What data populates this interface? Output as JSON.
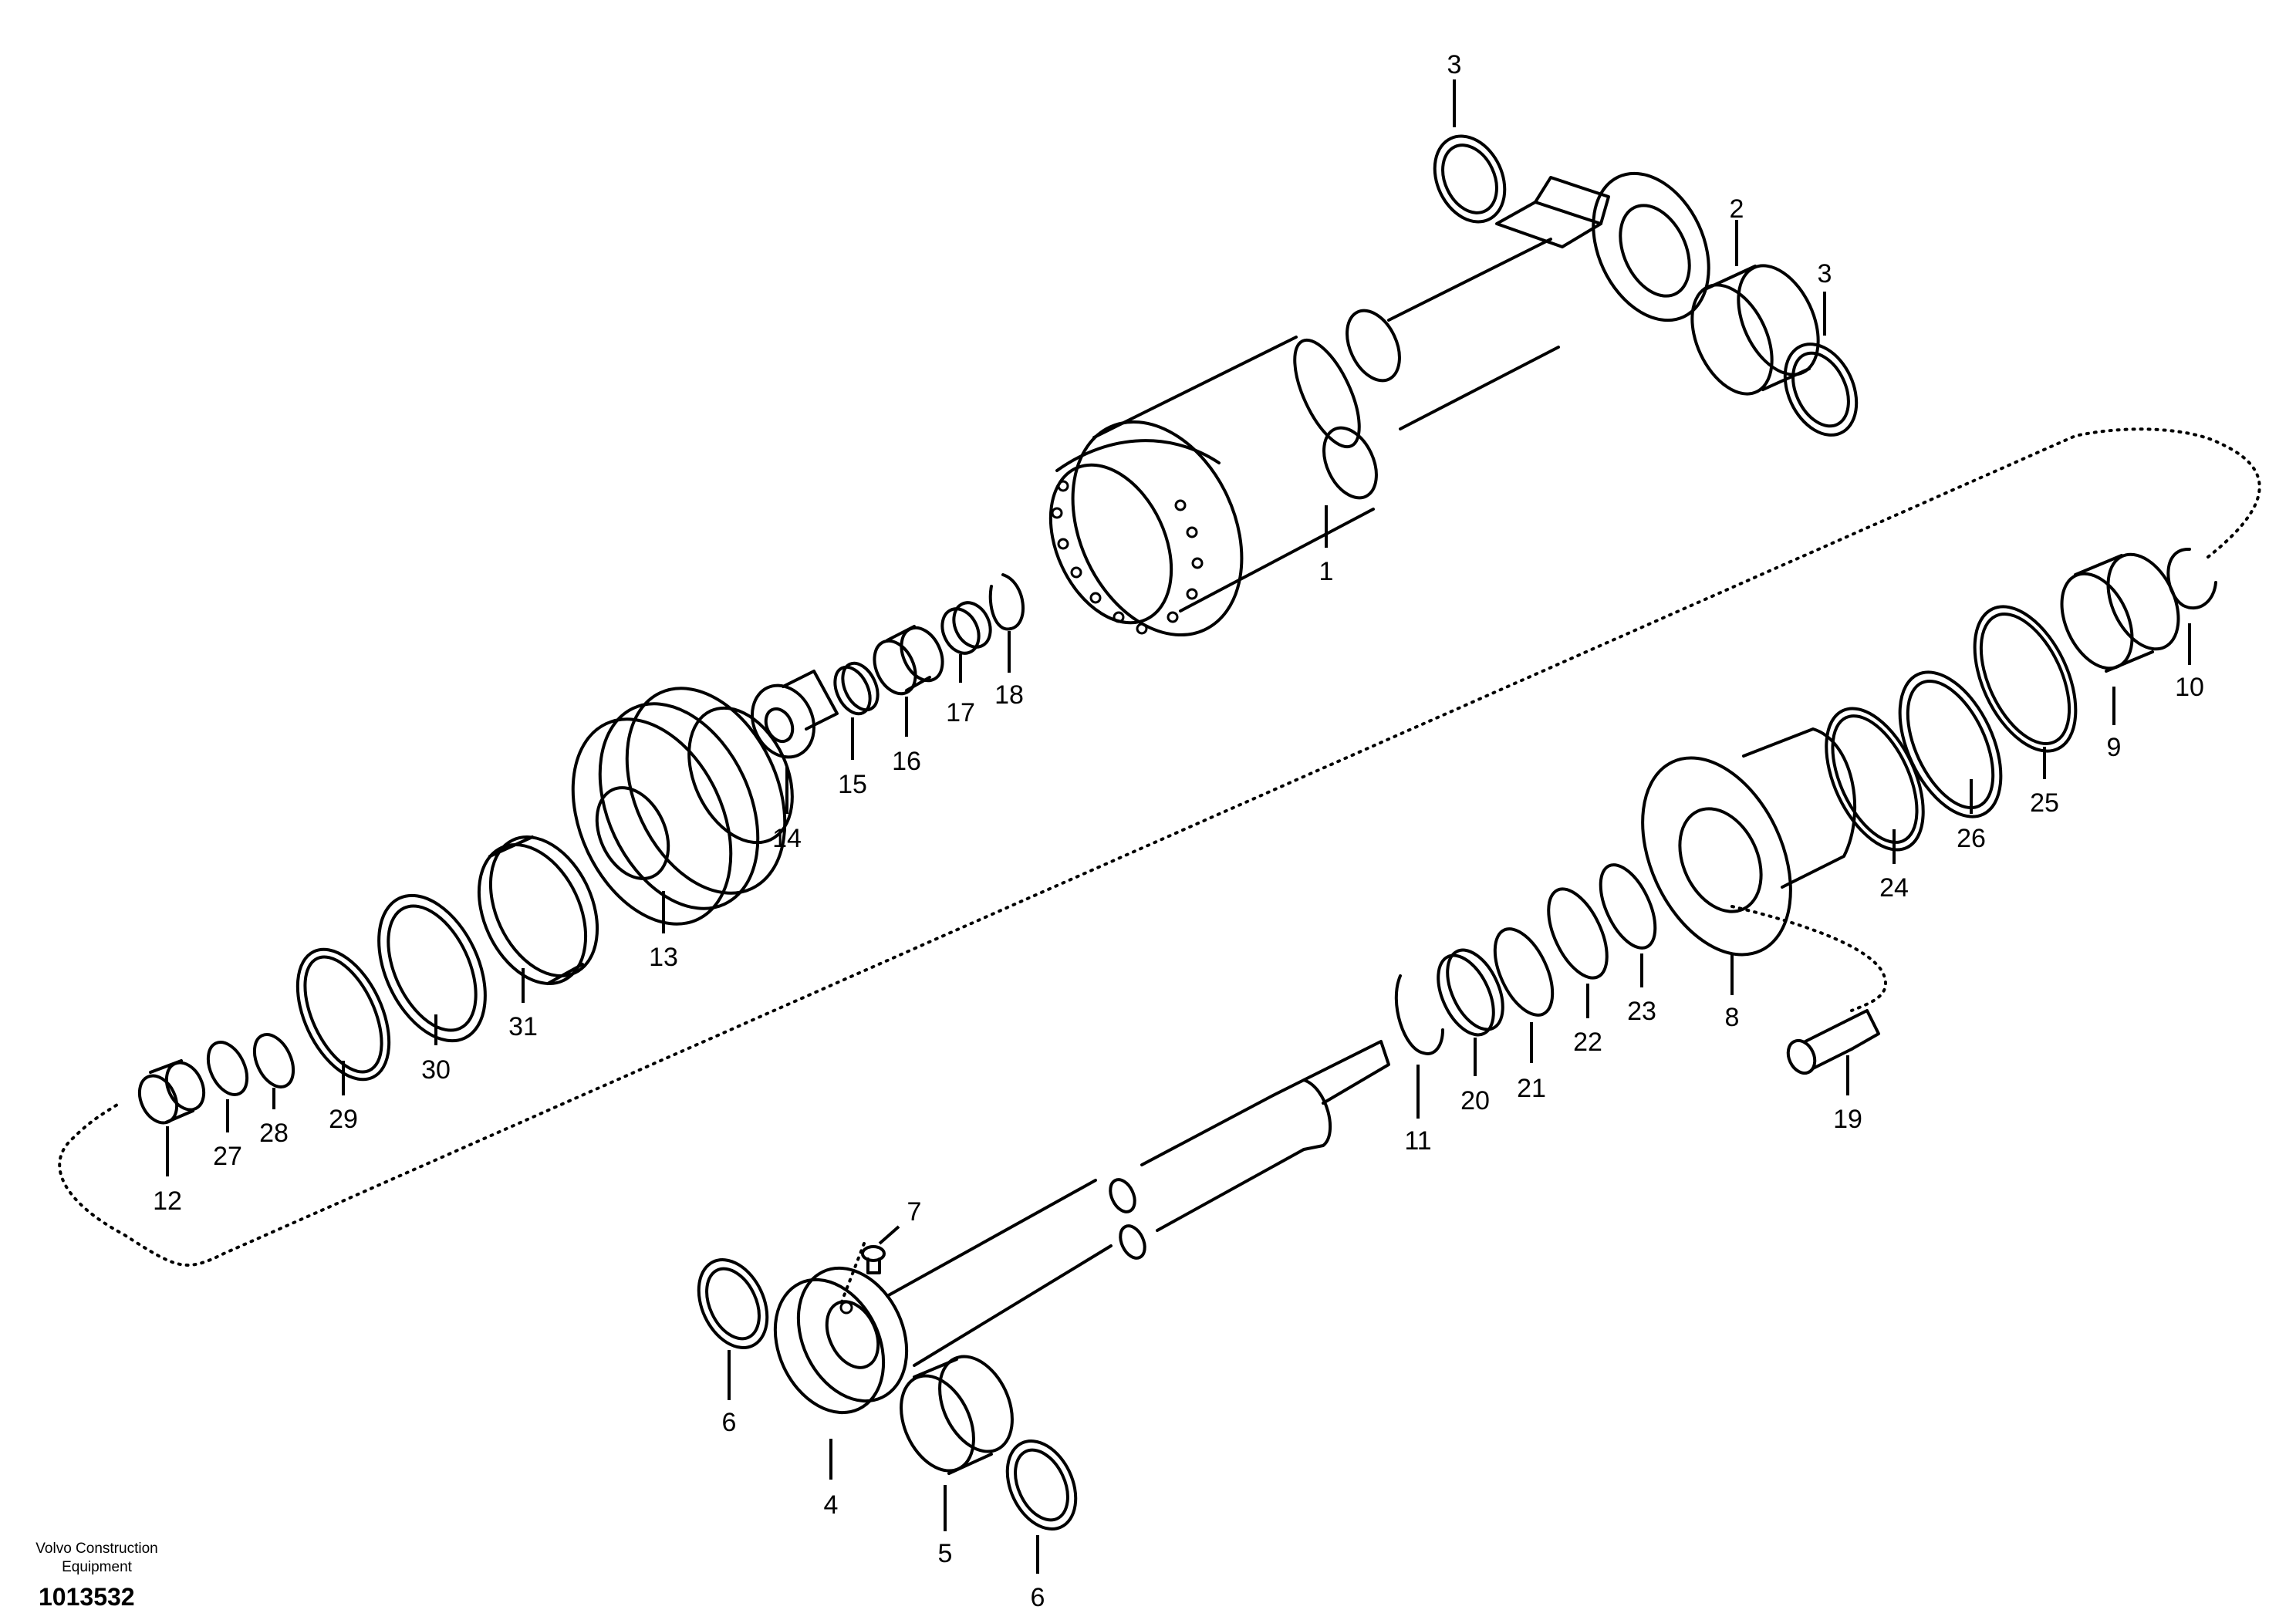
{
  "labels": {
    "p1": "1",
    "p2": "2",
    "p3a": "3",
    "p3b": "3",
    "p4": "4",
    "p5": "5",
    "p6a": "6",
    "p6b": "6",
    "p7": "7",
    "p8": "8",
    "p9": "9",
    "p10": "10",
    "p11": "11",
    "p12": "12",
    "p13": "13",
    "p14": "14",
    "p15": "15",
    "p16": "16",
    "p17": "17",
    "p18": "18",
    "p19": "19",
    "p20": "20",
    "p21": "21",
    "p22": "22",
    "p23": "23",
    "p24": "24",
    "p25": "25",
    "p26": "26",
    "p27": "27",
    "p28": "28",
    "p29": "29",
    "p30": "30",
    "p31": "31"
  },
  "footer": {
    "company_line1": "Volvo Construction",
    "company_line2": "Equipment",
    "drawing_number": "1013532"
  }
}
